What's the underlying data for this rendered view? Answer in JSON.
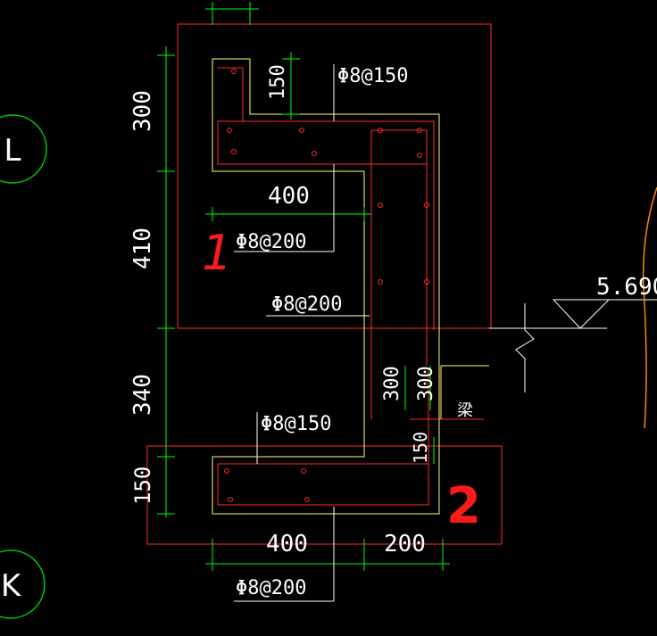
{
  "axes": {
    "top": "L",
    "bottom": "K"
  },
  "dimensions": {
    "d300_upper": "300",
    "d150_top": "150",
    "d410": "410",
    "d400_upper": "400",
    "d340": "340",
    "d150_lower": "150",
    "d400_lower": "400",
    "d200_lower": "200",
    "d300_a": "300",
    "d300_b": "300",
    "d150_right": "150"
  },
  "rebar": {
    "top_150": "Φ8@150",
    "mid_200": "Φ8@200",
    "stem_200": "Φ8@200",
    "lower_150": "Φ8@150",
    "bottom_200": "Φ8@200"
  },
  "elevation": {
    "value": "5.690"
  },
  "beam_label": "梁",
  "annotations": {
    "mark1": "1",
    "mark2": "2"
  },
  "colors": {
    "outline": "#ff2a2a",
    "rebar": "#ffff66",
    "dim": "#00ff00",
    "leader": "#ffffff",
    "annot": "#ff1a1a",
    "axis_circle": "#00cc00",
    "orange": "#ff8800"
  }
}
